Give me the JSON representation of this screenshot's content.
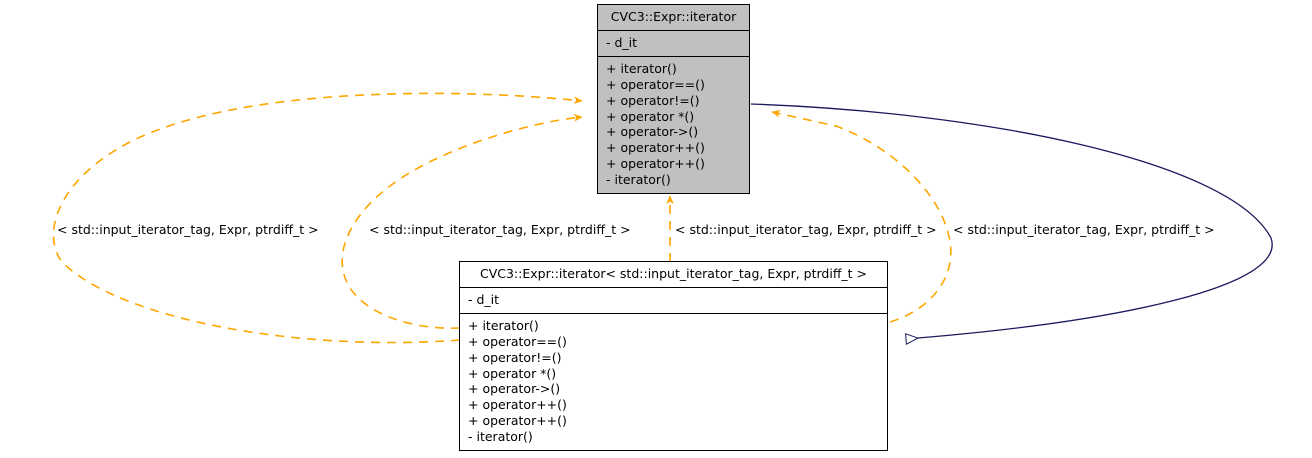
{
  "diagram": {
    "type": "uml-class-diagram",
    "background_color": "#ffffff",
    "colors": {
      "base_class_fill": "#c0c0c0",
      "derived_class_fill": "#ffffff",
      "border": "#000000",
      "instantiation_edge": "#ffa500",
      "inheritance_edge": "#1a1a5e"
    }
  },
  "classes": {
    "base": {
      "name": "CVC3::Expr::iterator",
      "attributes": [
        "- d_it"
      ],
      "methods": [
        "+ iterator()",
        "+ operator==()",
        "+ operator!=()",
        "+ operator *()",
        "+ operator->()",
        "+ operator++()",
        "+ operator++()",
        "- iterator()"
      ]
    },
    "derived": {
      "name": "CVC3::Expr::iterator< std::input_iterator_tag, Expr, ptrdiff_t >",
      "attributes": [
        "- d_it"
      ],
      "methods": [
        "+ iterator()",
        "+ operator==()",
        "+ operator!=()",
        "+ operator *()",
        "+ operator->()",
        "+ operator++()",
        "+ operator++()",
        "- iterator()"
      ]
    }
  },
  "edge_labels": [
    {
      "text": "< std::input_iterator_tag, Expr, ptrdiff_t >"
    },
    {
      "text": "< std::input_iterator_tag, Expr, ptrdiff_t >"
    },
    {
      "text": "< std::input_iterator_tag, Expr, ptrdiff_t >"
    },
    {
      "text": "< std::input_iterator_tag, Expr, ptrdiff_t >"
    }
  ]
}
